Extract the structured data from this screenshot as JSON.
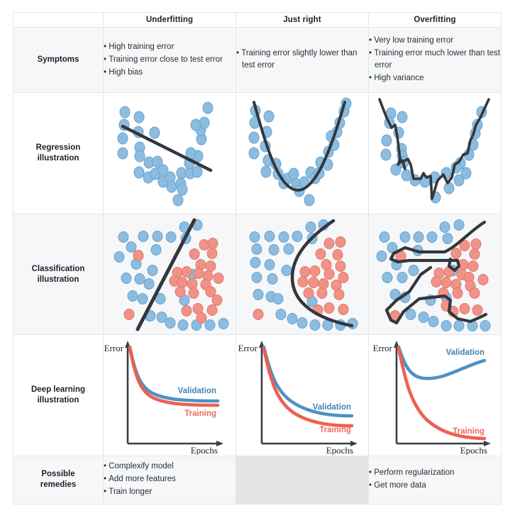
{
  "table": {
    "corner_label": "",
    "columns": [
      {
        "key": "underfitting",
        "label": "Underfitting"
      },
      {
        "key": "just_right",
        "label": "Just right"
      },
      {
        "key": "overfitting",
        "label": "Overfitting"
      }
    ],
    "rows": [
      {
        "key": "symptoms",
        "label": "Symptoms",
        "cells": {
          "underfitting": [
            "High training error",
            "Training error close to test error",
            "High bias"
          ],
          "just_right": [
            "Training error slightly lower than test error"
          ],
          "overfitting": [
            "Very low training error",
            "Training error much lower than test error",
            "High variance"
          ]
        }
      },
      {
        "key": "regression",
        "label": "Regression illustration",
        "label_line1": "Regression",
        "label_line2": "illustration"
      },
      {
        "key": "classification",
        "label": "Classification illustration",
        "label_line1": "Classification",
        "label_line2": "illustration"
      },
      {
        "key": "deep_learning",
        "label": "Deep learning illustration",
        "label_line1": "Deep learning",
        "label_line2": "illustration"
      },
      {
        "key": "remedies",
        "label": "Possible remedies",
        "label_line1": "Possible",
        "label_line2": "remedies",
        "cells": {
          "underfitting": [
            "Complexify model",
            "Add more features",
            "Train longer"
          ],
          "just_right": [],
          "overfitting": [
            "Perform regularization",
            "Get more data"
          ]
        }
      }
    ]
  },
  "axis_labels": {
    "y": "Error",
    "x": "Epochs"
  },
  "curve_labels": {
    "validation": "Validation",
    "training": "Training"
  },
  "colors": {
    "dot_blue_fill": "#8cbce0",
    "dot_blue_stroke": "#6ba3ce",
    "dot_red_fill": "#f19287",
    "dot_red_stroke": "#e2776b",
    "curve_blue": "#4e92c3",
    "curve_red": "#ee5f52",
    "axis_dark": "#3a3f44",
    "boundary_dark": "#33373b",
    "grid_border": "#e3e6ea",
    "tint_bg": "#f5f7f9",
    "empty_bg": "#e5e5e5",
    "text": "#2b2f33"
  },
  "chart_data": [
    {
      "id": "deep-learning-underfitting",
      "type": "line",
      "title": "Underfitting deep learning curves",
      "xlabel": "Epochs",
      "ylabel": "Error",
      "legend_position": "inline-right",
      "grid": false,
      "series": [
        {
          "name": "Validation",
          "color": "#4e92c3",
          "points": [
            [
              0,
              100
            ],
            [
              4,
              62
            ],
            [
              9,
              42
            ],
            [
              16,
              31
            ],
            [
              25,
              26
            ],
            [
              38,
              23
            ],
            [
              52,
              21
            ],
            [
              70,
              20
            ],
            [
              88,
              19.5
            ],
            [
              100,
              19.5
            ]
          ]
        },
        {
          "name": "Training",
          "color": "#ee5f52",
          "points": [
            [
              0,
              99
            ],
            [
              4,
              58
            ],
            [
              9,
              38
            ],
            [
              16,
              27
            ],
            [
              25,
              22
            ],
            [
              38,
              19
            ],
            [
              52,
              17
            ],
            [
              70,
              16
            ],
            [
              88,
              15.5
            ],
            [
              100,
              15.5
            ]
          ]
        }
      ]
    },
    {
      "id": "deep-learning-just-right",
      "type": "line",
      "title": "Just right deep learning curves",
      "xlabel": "Epochs",
      "ylabel": "Error",
      "legend_position": "inline-right",
      "grid": false,
      "series": [
        {
          "name": "Validation",
          "color": "#4e92c3",
          "points": [
            [
              0,
              100
            ],
            [
              6,
              72
            ],
            [
              14,
              52
            ],
            [
              24,
              40
            ],
            [
              38,
              32
            ],
            [
              54,
              27
            ],
            [
              72,
              24
            ],
            [
              88,
              22.5
            ],
            [
              100,
              22
            ]
          ]
        },
        {
          "name": "Training",
          "color": "#ee5f52",
          "points": [
            [
              0,
              98
            ],
            [
              6,
              62
            ],
            [
              14,
              40
            ],
            [
              24,
              29
            ],
            [
              38,
              21
            ],
            [
              54,
              16
            ],
            [
              72,
              13
            ],
            [
              88,
              11.5
            ],
            [
              100,
              11
            ]
          ]
        }
      ]
    },
    {
      "id": "deep-learning-overfitting",
      "type": "line",
      "title": "Overfitting deep learning curves",
      "xlabel": "Epochs",
      "ylabel": "Error",
      "legend_position": "inline-right",
      "grid": false,
      "series": [
        {
          "name": "Validation",
          "color": "#4e92c3",
          "points": [
            [
              0,
              100
            ],
            [
              6,
              72
            ],
            [
              14,
              56
            ],
            [
              24,
              49
            ],
            [
              34,
              47
            ],
            [
              44,
              48
            ],
            [
              58,
              53
            ],
            [
              74,
              60
            ],
            [
              90,
              67
            ],
            [
              100,
              71
            ]
          ]
        },
        {
          "name": "Training",
          "color": "#ee5f52",
          "points": [
            [
              0,
              98
            ],
            [
              6,
              66
            ],
            [
              13,
              45
            ],
            [
              22,
              31
            ],
            [
              34,
              21
            ],
            [
              48,
              14
            ],
            [
              64,
              10
            ],
            [
              80,
              7.5
            ],
            [
              92,
              6
            ],
            [
              100,
              5.5
            ]
          ]
        }
      ]
    },
    {
      "id": "regression-underfitting",
      "type": "scatter",
      "title": "Underfitting regression",
      "fit": "linear-downward",
      "note": "U-shaped point cloud fitted with a straight descending line",
      "points": [
        [
          11,
          76
        ],
        [
          9,
          58
        ],
        [
          19,
          70
        ],
        [
          8,
          43
        ],
        [
          17,
          50
        ],
        [
          20,
          37
        ],
        [
          7,
          25
        ],
        [
          19,
          27
        ],
        [
          24,
          43
        ],
        [
          27,
          31
        ],
        [
          22,
          17
        ],
        [
          32,
          22
        ],
        [
          29,
          12
        ],
        [
          38,
          30
        ],
        [
          35,
          17
        ],
        [
          40,
          7
        ],
        [
          47,
          14
        ],
        [
          44,
          24
        ],
        [
          52,
          18
        ],
        [
          50,
          3
        ],
        [
          57,
          26
        ],
        [
          63,
          12
        ],
        [
          61,
          30
        ],
        [
          68,
          37
        ],
        [
          72,
          48
        ],
        [
          75,
          33
        ],
        [
          78,
          56
        ],
        [
          82,
          70
        ],
        [
          80,
          62
        ],
        [
          85,
          78
        ],
        [
          88,
          88
        ],
        [
          90,
          72
        ],
        [
          14,
          33
        ]
      ],
      "fit_line": [
        [
          6,
          62
        ],
        [
          93,
          18
        ]
      ]
    },
    {
      "id": "regression-just-right",
      "type": "scatter",
      "title": "Just right regression",
      "fit": "quadratic",
      "note": "U-shaped point cloud fitted with a smooth parabola",
      "points": [
        [
          7,
          80
        ],
        [
          6,
          62
        ],
        [
          13,
          86
        ],
        [
          9,
          48
        ],
        [
          14,
          58
        ],
        [
          11,
          34
        ],
        [
          18,
          40
        ],
        [
          22,
          27
        ],
        [
          27,
          20
        ],
        [
          24,
          13
        ],
        [
          31,
          16
        ],
        [
          36,
          9
        ],
        [
          33,
          4
        ],
        [
          41,
          12
        ],
        [
          45,
          7
        ],
        [
          48,
          14
        ],
        [
          43,
          2
        ],
        [
          53,
          8
        ],
        [
          57,
          16
        ],
        [
          52,
          21
        ],
        [
          62,
          22
        ],
        [
          60,
          32
        ],
        [
          67,
          30
        ],
        [
          71,
          44
        ],
        [
          75,
          38
        ],
        [
          80,
          58
        ],
        [
          77,
          50
        ],
        [
          84,
          72
        ],
        [
          87,
          86
        ],
        [
          90,
          92
        ],
        [
          49,
          -8
        ]
      ],
      "fit_curve": "parabola"
    },
    {
      "id": "regression-overfitting",
      "type": "scatter",
      "title": "Overfitting regression",
      "fit": "piecewise-zigzag",
      "note": "Same U-shaped cloud fitted with a jagged interpolating polyline through every point",
      "points": [
        [
          8,
          80
        ],
        [
          13,
          74
        ],
        [
          18,
          88
        ],
        [
          6,
          58
        ],
        [
          10,
          50
        ],
        [
          14,
          44
        ],
        [
          17,
          36
        ],
        [
          22,
          26
        ],
        [
          26,
          20
        ],
        [
          20,
          14
        ],
        [
          30,
          16
        ],
        [
          34,
          10
        ],
        [
          38,
          22
        ],
        [
          42,
          14
        ],
        [
          46,
          6
        ],
        [
          50,
          2
        ],
        [
          54,
          14
        ],
        [
          58,
          10
        ],
        [
          62,
          24
        ],
        [
          66,
          18
        ],
        [
          70,
          34
        ],
        [
          74,
          30
        ],
        [
          78,
          44
        ],
        [
          82,
          56
        ],
        [
          86,
          70
        ],
        [
          90,
          84
        ],
        [
          88,
          62
        ],
        [
          5,
          40
        ],
        [
          6,
          30
        ]
      ]
    },
    {
      "id": "classification-underfitting",
      "type": "scatter",
      "title": "Underfitting classification",
      "boundary": "straight-line",
      "classes": [
        {
          "name": "class-blue",
          "color": "#8cbce0"
        },
        {
          "name": "class-red",
          "color": "#f19287"
        }
      ]
    },
    {
      "id": "classification-just-right",
      "type": "scatter",
      "title": "Just right classification",
      "boundary": "smooth-curve",
      "classes": [
        {
          "name": "class-blue",
          "color": "#8cbce0"
        },
        {
          "name": "class-red",
          "color": "#f19287"
        }
      ]
    },
    {
      "id": "classification-overfitting",
      "type": "scatter",
      "title": "Overfitting classification",
      "boundary": "jagged-contour",
      "classes": [
        {
          "name": "class-blue",
          "color": "#8cbce0"
        },
        {
          "name": "class-red",
          "color": "#f19287"
        }
      ]
    }
  ]
}
